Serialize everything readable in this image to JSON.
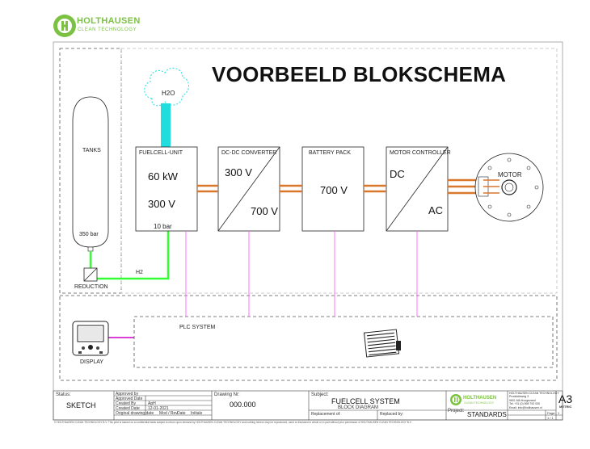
{
  "header": {
    "company_name": "HOLTHAUSEN",
    "company_tagline": "CLEAN TECHNOLOGY",
    "title": "VOORBEELD BLOKSCHEMA"
  },
  "diagram": {
    "h2o_label": "H2O",
    "tanks": {
      "label": "TANKS",
      "pressure": "350 bar"
    },
    "reduction_label": "REDUCTION",
    "h2_label": "H2",
    "fuelcell": {
      "label": "FUELCELL-UNIT",
      "power": "60 kW",
      "voltage": "300 V",
      "pressure": "10 bar"
    },
    "dcdc": {
      "label": "DC-DC CONVERTER",
      "input": "300 V",
      "output": "700 V"
    },
    "battery": {
      "label": "BATTERY PACK",
      "voltage": "700 V"
    },
    "motor_controller": {
      "label": "MOTOR CONTROLLER",
      "input": "DC",
      "output": "AC"
    },
    "motor_label": "MOTOR",
    "plc_label": "PLC SYSTEM",
    "display_label": "DISPLAY"
  },
  "title_block": {
    "status_label": "Status:",
    "status_value": "SKETCH",
    "approved_by": "Approved by",
    "approved_date": "Approved Date",
    "created_by": "Created By",
    "created_by_value": "ApH",
    "created_date": "Created Date",
    "created_date_value": "12-01-2021",
    "original_drawing_date": "Original drawing date",
    "mod_rev": "Mod / Rev",
    "date": "Date",
    "initials": "Initials",
    "drawing_nr_label": "Drawing Nr:",
    "drawing_nr_value": "000.000",
    "subject_label": "Subject:",
    "subject_value": "FUELCELL SYSTEM",
    "subject_sub": "BLOCK DIAGRAM",
    "replacement_of": "Replacement of:",
    "replaced_by": "Replaced by:",
    "project_label": "Project:",
    "project_value": "STANDARDS",
    "company_lines": [
      "HOLTHAUSEN CLEAN TECHNOLOGY",
      "Produktieweg 3",
      "9601 MA Hoogezand",
      "Tel: +31 (0) 598 792 030",
      "Email: info@holthausen.nl"
    ],
    "size": "A3",
    "metric": "METRIC",
    "page_label": "Page:",
    "page_value": "1",
    "page_of": "1 / 1",
    "footer": "© HOLTHAUSEN CLEAN TECHNOLOGY B.V. This print is loaned on a confidential basis subject to return upon demand by HOLTHAUSEN CLEAN TECHNOLOGY and nothing hereon may be reproduced, used or disclosed in whole or in part without prior permission of HOLTHAUSEN CLEAN TECHNOLOGY B.V."
  },
  "colors": {
    "brand_green": "#7cc242",
    "h2_green": "#33ff33",
    "water_cyan": "#22dddd",
    "power_orange": "#d9772b",
    "signal_pink": "#ff66ff",
    "display_link": "#cc00cc"
  }
}
